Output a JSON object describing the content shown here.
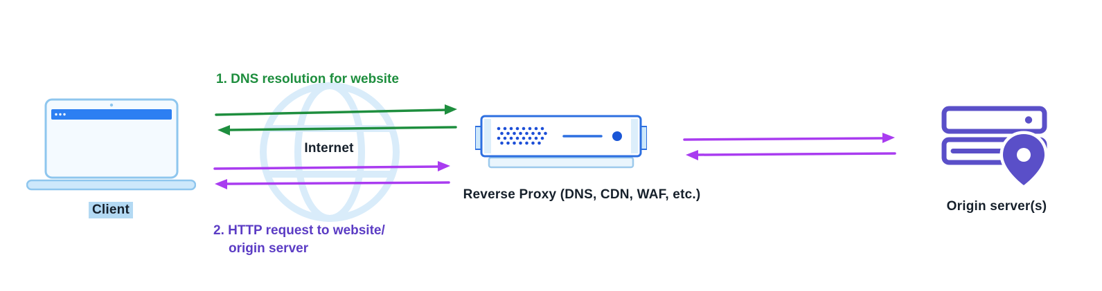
{
  "nodes": {
    "client": {
      "label": "Client"
    },
    "internet": {
      "label": "Internet"
    },
    "reverse_proxy": {
      "label": "Reverse Proxy (DNS, CDN, WAF, etc.)"
    },
    "origin_servers": {
      "label": "Origin server(s)"
    }
  },
  "annotations": {
    "step1": {
      "text": "1. DNS resolution for website",
      "color": "#1e8e3e"
    },
    "step2": {
      "line1": "2. HTTP request to website/",
      "line2": "origin server",
      "color": "#5b3cc4"
    }
  },
  "colors": {
    "green_arrow": "#1e8e3e",
    "purple_arrow": "#a93cf0",
    "device_blue": "#2d6fe0",
    "device_blue_light": "#cde8fb",
    "origin_purple": "#5a4fc8",
    "globe_blue": "#d9ecfa",
    "text_dark": "#16202b",
    "client_highlight": "#b3d9f3"
  }
}
